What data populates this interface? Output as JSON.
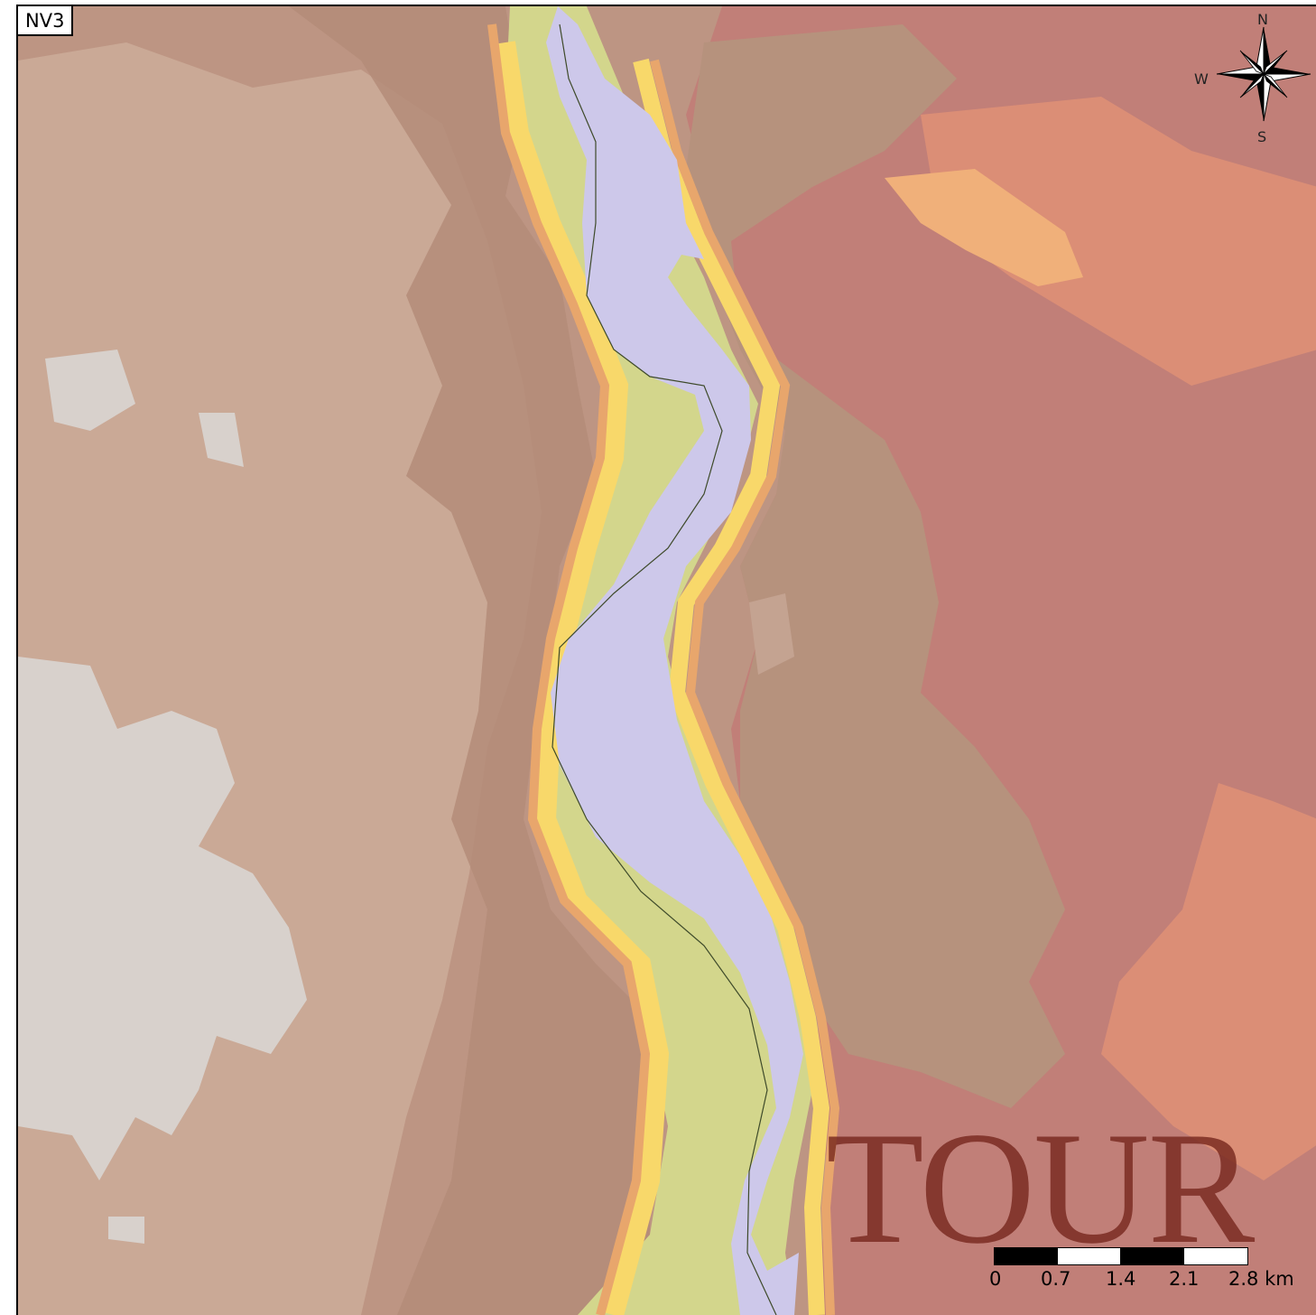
{
  "map": {
    "panel_label": "NV3",
    "watermark": "TOUR",
    "compass": {
      "north": "N",
      "south": "S",
      "west": "W"
    },
    "scale_bar": {
      "ticks": [
        "0",
        "0.7",
        "1.4",
        "2.1",
        "2.8 km"
      ],
      "unit": "km"
    },
    "colors": {
      "river_water": "#cdc8ea",
      "valley_floor": "#d3d68c",
      "riverbank_low": "#f6d46a",
      "slope_orange": "#e8a66c",
      "terrain_mid": "#b8937b",
      "terrain_high_left": "#cbab98",
      "plateau_light": "#d8d1cc",
      "terrain_east": "#c07f78",
      "terrain_east_orange": "#dc8d75"
    }
  }
}
